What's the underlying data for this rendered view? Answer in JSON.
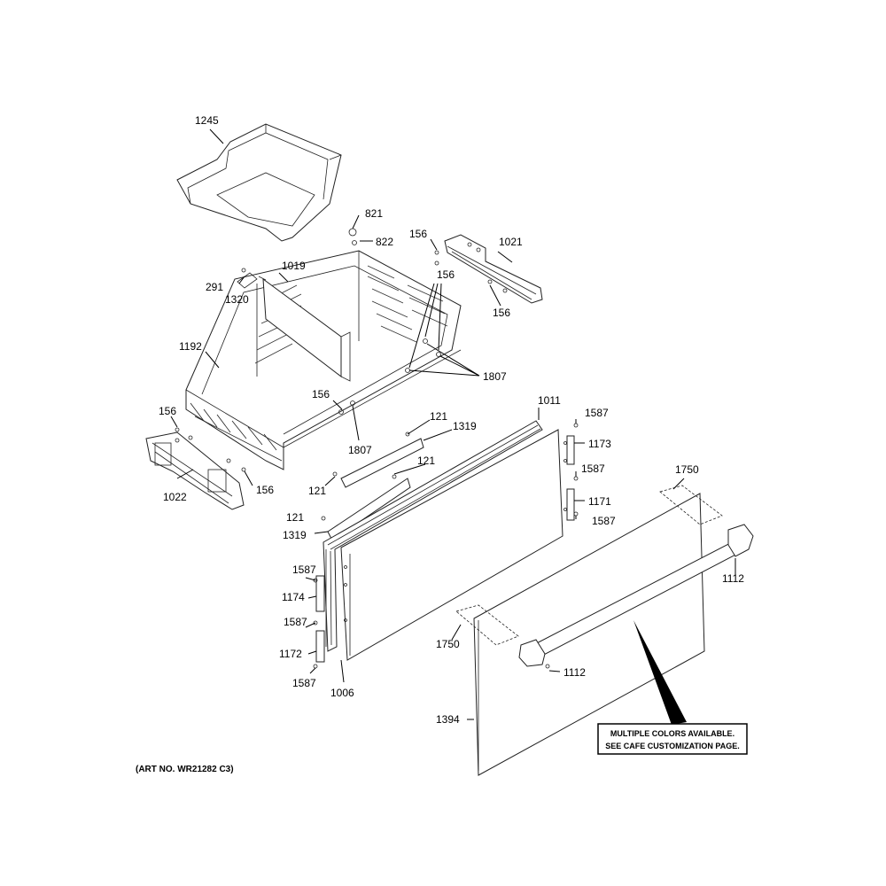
{
  "labels": {
    "p1245": "1245",
    "p821": "821",
    "p822": "822",
    "p156a": "156",
    "p1021": "1021",
    "p156b": "156",
    "p156c": "156",
    "p291": "291",
    "p1019": "1019",
    "p1320": "1320",
    "p1192": "1192",
    "p1807a": "1807",
    "p156d": "156",
    "p1807b": "1807",
    "p156e": "156",
    "p1022": "1022",
    "p156f": "156",
    "p121a": "121",
    "p1319a": "1319",
    "p121b": "121",
    "p121c": "121",
    "p121d": "121",
    "p1319b": "1319",
    "p1011": "1011",
    "p1587a": "1587",
    "p1173": "1173",
    "p1587b": "1587",
    "p1171": "1171",
    "p1587c": "1587",
    "p1750a": "1750",
    "p1112a": "1112",
    "p1587d": "1587",
    "p1174": "1174",
    "p1587e": "1587",
    "p1172": "1172",
    "p1587f": "1587",
    "p1006": "1006",
    "p1750b": "1750",
    "p1112b": "1112",
    "p1394": "1394"
  },
  "notice": {
    "line1": "MULTIPLE COLORS AVAILABLE.",
    "line2": "SEE CAFE CUSTOMIZATION PAGE."
  },
  "art_number": "(ART NO. WR21282 C3)"
}
